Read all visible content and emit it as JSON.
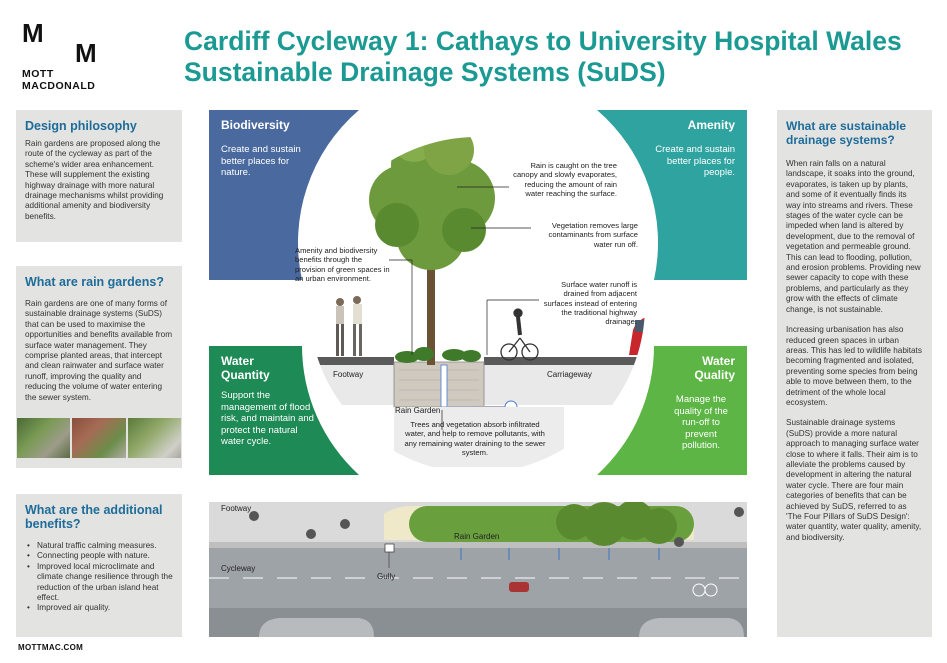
{
  "logo": {
    "m_left": "M",
    "m_right": "M",
    "word1": "MOTT",
    "word2": "MACDONALD"
  },
  "title": {
    "line1": "Cardiff Cycleway 1: Cathays to University Hospital Wales",
    "line2": "Sustainable Drainage Systems (SuDS)"
  },
  "design_philosophy": {
    "heading": "Design philosophy",
    "body": "Rain gardens are proposed along the route of the cycleway as part of the scheme's wider area enhancement. These will supplement the existing highway drainage with more natural drainage mechanisms whilst providing additional amenity and biodiversity benefits."
  },
  "rain_gardens": {
    "heading": "What are rain gardens?",
    "body": "Rain gardens are one of many forms of sustainable drainage systems (SuDS) that can be used to maximise the opportunities and benefits available from surface water management. They comprise planted areas, that intercept and clean rainwater and surface water runoff, improving the quality and reducing the volume of water entering the sewer system."
  },
  "additional_benefits": {
    "heading_line1": "What are the additional",
    "heading_line2": "benefits?",
    "items": [
      "Natural traffic calming measures.",
      "Connecting people with nature.",
      "Improved local microclimate and climate change resilience through the reduction of the urban island heat effect.",
      "Improved air quality."
    ]
  },
  "suds_panel": {
    "heading_line1": "What are sustainable",
    "heading_line2": "drainage systems?",
    "para1": "When rain falls on a natural landscape, it soaks into the ground, evaporates, is taken up by plants, and some of it eventually finds its way into streams and rivers. These stages of the water cycle can be impeded when land is altered by development, due to the removal of vegetation and permeable ground. This can lead to flooding, pollution, and erosion problems. Providing new sewer capacity to cope with these problems, and particularly as they grow with the effects of climate change, is not sustainable.",
    "para2": "Increasing urbanisation has also reduced green spaces in urban areas. This has led to wildlife habitats becoming fragmented and isolated, preventing some species from being able to move between them, to the detriment of the whole local ecosystem.",
    "para3": "Sustainable drainage systems (SuDS) provide a more natural approach to managing surface water close to where it falls. Their aim is to alleviate the problems caused by development in altering the natural water cycle. There are four main categories of benefits that can be achieved by SuDS, referred to as 'The Four Pillars of SuDS Design': water quantity, water quality, amenity, and biodiversity."
  },
  "pillars": {
    "biodiversity": {
      "heading": "Biodiversity",
      "body": "Create and sustain better places for nature.",
      "color": "#4a6a9f"
    },
    "amenity": {
      "heading": "Amenity",
      "body": "Create and sustain better places for people.",
      "color": "#2fa3a0"
    },
    "water_quantity": {
      "heading_line1": "Water",
      "heading_line2": "Quantity",
      "body": "Support the management of flood risk, and maintain and protect the natural water cycle.",
      "color": "#1e8a55"
    },
    "water_quality": {
      "heading_line1": "Water",
      "heading_line2": "Quality",
      "body": "Manage the quality of the run-off to prevent pollution.",
      "color": "#5cb544"
    }
  },
  "diagram_notes": {
    "rain_canopy": "Rain is caught on the tree canopy and slowly evaporates, reducing the amount of rain water reaching the surface.",
    "vegetation": "Vegetation removes large contaminants from surface water run off.",
    "amenity": "Amenity and biodiversity benefits through the provision of green spaces in an urban environment.",
    "runoff": "Surface water runoff is drained from adjacent surfaces instead of entering the traditional highway drainage.",
    "infiltration": "Trees and vegetation absorb infiltrated water, and help to remove pollutants, with any remaining water draining to the sewer system.",
    "footway": "Footway",
    "carriageway": "Carriageway",
    "rain_garden": "Rain Garden"
  },
  "plan_view": {
    "footway": "Footway",
    "cycleway": "Cycleway",
    "rain_garden": "Rain Garden",
    "gully": "Gully"
  },
  "footer": {
    "url": "MOTTMAC.COM"
  }
}
